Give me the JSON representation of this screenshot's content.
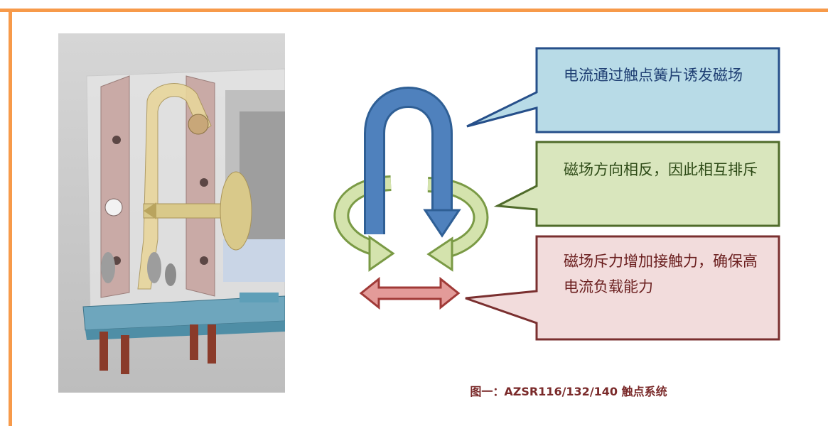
{
  "callouts": {
    "current": "电流通过触点簧片诱发磁场",
    "repel": "磁场方向相反，因此相互排斥",
    "force": "磁场斥力增加接触力，确保高电流负载能力"
  },
  "caption": "图一：AZSR116/132/140 触点系统",
  "colors": {
    "frame": "#f79a4a",
    "blue": "#4f81bd",
    "green": "#9bbb59",
    "red": "#c0504d"
  }
}
